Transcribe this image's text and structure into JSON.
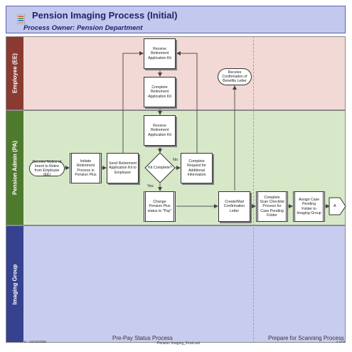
{
  "header": {
    "title": "Pension Imaging Process (Initial)",
    "owner": "Process Owner:  Pension Department"
  },
  "lanes": {
    "employee": "Employee (EE)",
    "pension_admin": "Pension Admin (PA)",
    "imaging_group": "Imaging Group"
  },
  "nodes": {
    "receive_notice": "Receive Notice of Intent to Retire from Employee (EE)",
    "initiate_retirement": "Initiate Retirement Process in Pension Plus",
    "send_kit": "Send Retirement Application Kit to Employee",
    "ee_receive_kit": "Receive Retirement Application Kit",
    "complete_kit": "Complete Retirement Application Kit",
    "pa_receive_kit": "Receive Retirement Application Kit",
    "kit_complete": "Kit Complete?",
    "request_info": "Complete Request for Additional Information",
    "change_status": "Change Pension Plus status to \"Pay\"",
    "create_mail_letter": "Create/Mail Confirmation Letter",
    "receive_confirmation": "Receive Confirmation of Benefits Letter",
    "complete_scan_checklist": "Complete Scan Checklist Process for Case Pending Folder",
    "assign_case": "Assign Case Pending Folder to Imaging Group",
    "connector_a": "A"
  },
  "edge_labels": {
    "no": "No",
    "yes": "Yes"
  },
  "footer": {
    "date": "0 - 10/15/2008",
    "phase_1": "Pre-Pay Status Process",
    "file": "Pension Imaging_Final.vsd",
    "phase_2": "Prepare for Scanning Process",
    "page": "1 of 5"
  },
  "colors": {
    "header_bg": "#c3c8ee",
    "employee_lane": "#f2d9d6",
    "employee_strip": "#8b3a32",
    "pa_lane": "#d7e8c8",
    "pa_strip": "#4e7a2e",
    "imaging_lane": "#c8cdf0",
    "imaging_strip": "#36428f"
  }
}
